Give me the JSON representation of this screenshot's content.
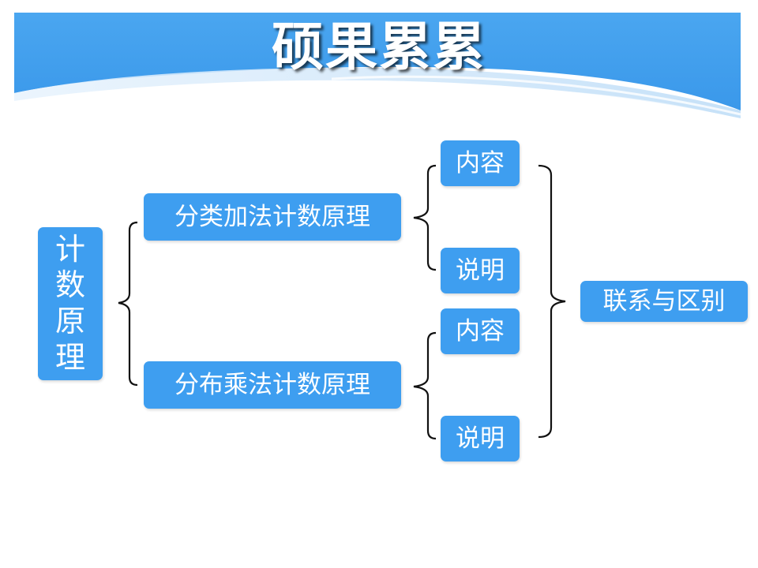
{
  "slide": {
    "title": "硕果累累"
  },
  "diagram": {
    "root": "计数原理",
    "branches": [
      {
        "label": "分类加法计数原理",
        "children": [
          "内容",
          "说明"
        ]
      },
      {
        "label": "分布乘法计数原理",
        "children": [
          "内容",
          "说明"
        ]
      }
    ],
    "summary": "联系与区别"
  },
  "colors": {
    "banner": "#42a1ee",
    "node": "#3e9ef0",
    "text": "#ffffff",
    "bracket": "#111111"
  }
}
